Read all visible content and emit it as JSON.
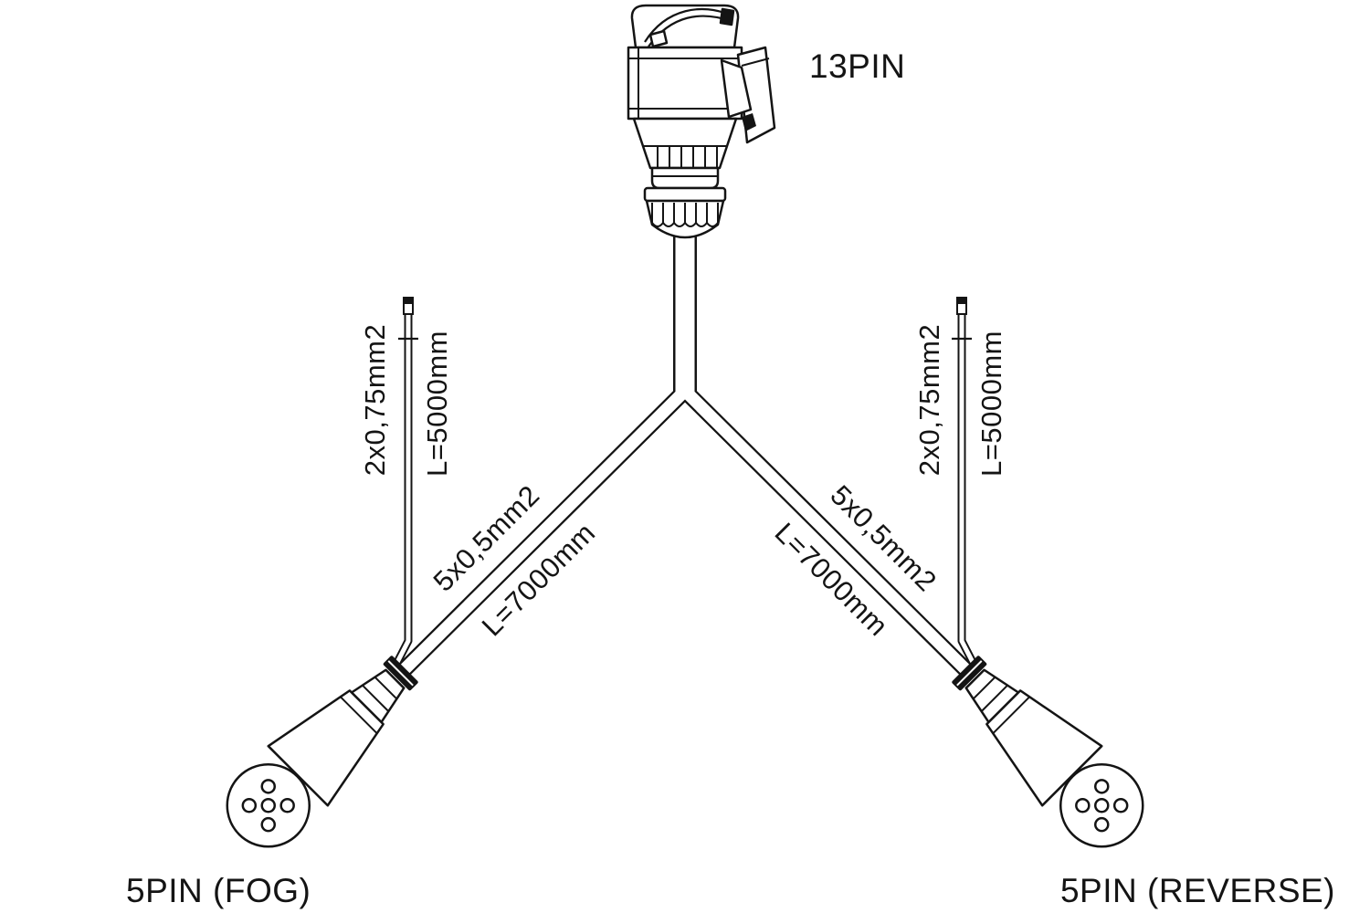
{
  "labels": {
    "connector_13pin": "13PIN",
    "connector_fog": "5PIN (FOG)",
    "connector_reverse": "5PIN (REVERSE)",
    "left_wire_spec": "2x0,75mm2",
    "left_wire_length": "L=5000mm",
    "right_wire_spec": "2x0,75mm2",
    "right_wire_length": "L=5000mm",
    "left_cable_spec": "5x0,5mm2",
    "left_cable_length": "L=7000mm",
    "right_cable_spec": "5x0,5mm2",
    "right_cable_length": "L=7000mm"
  },
  "colors": {
    "line": "#141414",
    "background": "#ffffff"
  }
}
